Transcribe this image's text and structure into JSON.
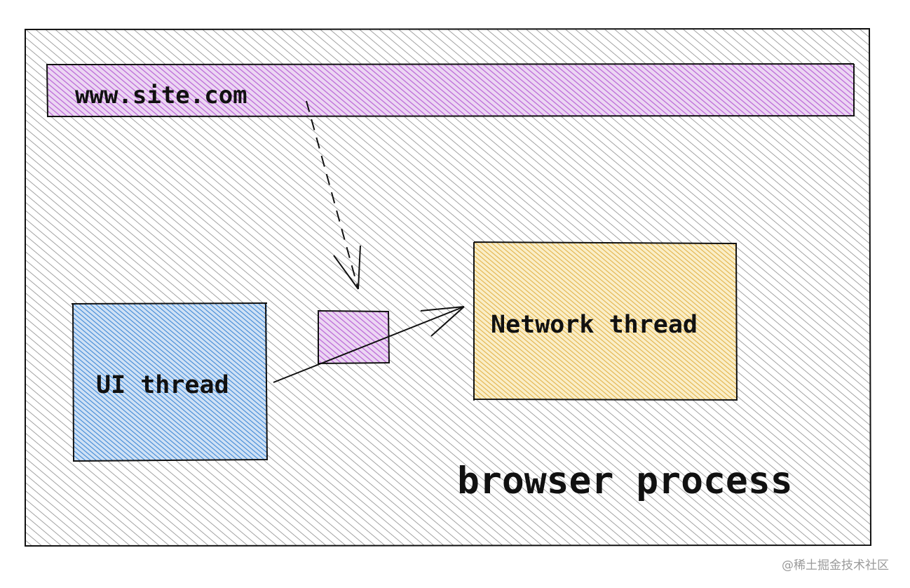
{
  "address_bar": {
    "url": "www.site.com"
  },
  "ui_thread": {
    "label": "UI thread"
  },
  "network_thread": {
    "label": "Network thread"
  },
  "browser_process": {
    "label": "browser process"
  },
  "watermark": {
    "text": "@稀土掘金技术社区"
  },
  "colors": {
    "process_hatch": "#8c8c8c",
    "address_bar_hatch": "#b964d6",
    "ui_thread_hatch": "#3f88d6",
    "network_thread_hatch": "#e8b84a",
    "message_box_hatch": "#b964d6",
    "stroke": "#111111"
  }
}
